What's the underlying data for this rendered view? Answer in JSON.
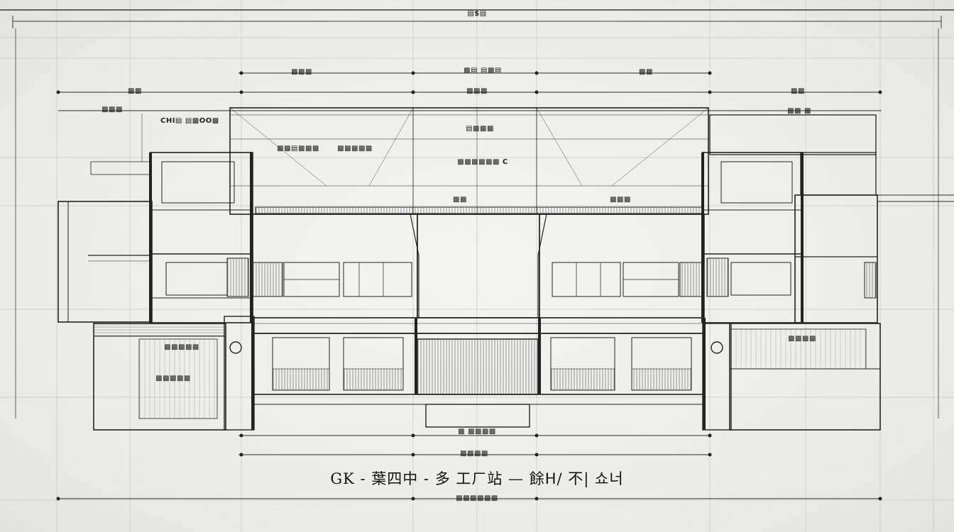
{
  "drawing": {
    "title": "GK - 葉四中 - 多 工ㄏ站 — 餘ᕼ/ 不| 쇼너",
    "labels": {
      "top_sheet": "▤$▤",
      "dim_top_1": "▩▩▩",
      "dim_top_2": "▩▤ ▤▩▤",
      "dim_top_3": "▩▩",
      "dim_row2_1": "▩▩",
      "dim_row2_2": "▩▩▩",
      "dim_row2_3": "▩▩",
      "dim_row3_1": "▩▩▩",
      "dim_row3_2": "▩▩ ▩",
      "ch_block": "CHI▤ ▤▩OO▩",
      "center_1": "▤▩▩▩",
      "center_2": "▩▩▤▩▩▩",
      "center_3": "▩▩▩▩▩",
      "center_4": "▩▩▩▩▩▩ C",
      "hall_left": "▩▩",
      "hall_right": "▩▩▩",
      "bottom_left": "▩▩▩▩▩",
      "bottom_left_2": "▩▩▩▩▩",
      "bottom_right": "▩▩▩▩",
      "bottom_dims_1": "▩ ▩▩▩▩",
      "bottom_dims_2": "▩▩▩▩",
      "under_title": "▩▩▩▩▩▩"
    }
  }
}
